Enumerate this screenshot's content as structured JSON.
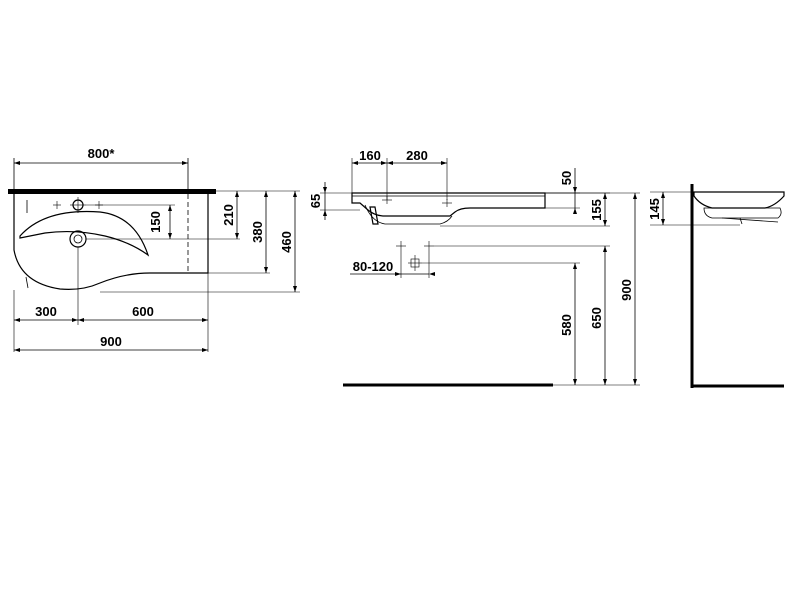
{
  "plan_view": {
    "dims": {
      "width_top": "800*",
      "offset_left": "300",
      "offset_right": "600",
      "width_total": "900",
      "tap_to_center": "150",
      "depth_bowl": "210",
      "depth_mid": "380",
      "depth_total": "460"
    }
  },
  "front_view": {
    "dims": {
      "tap_offset": "160",
      "hole_spacing": "280",
      "rim_height": "65",
      "rim_thickness": "50",
      "bowl_depth": "155",
      "spacing_range": "80-120",
      "height_580": "580",
      "height_650": "650",
      "height_900": "900"
    }
  },
  "side_view": {
    "dims": {
      "side_depth": "145"
    }
  }
}
